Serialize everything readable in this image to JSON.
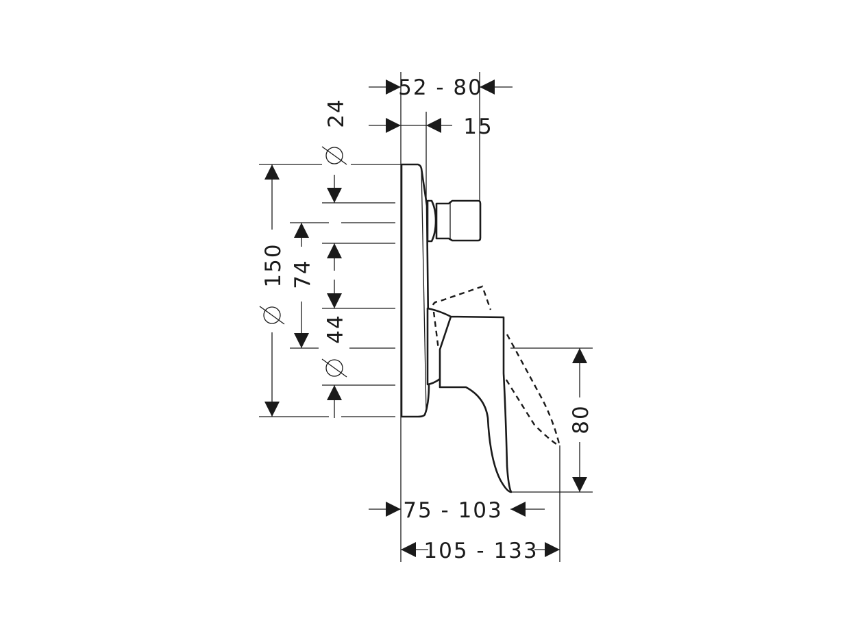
{
  "drawing": {
    "dimensions": {
      "depth_top": "52 - 80",
      "spout_offset": "15",
      "spout_diameter": "24",
      "plate_diameter": "150",
      "spacing_74": "74",
      "handle_diameter": "44",
      "handle_height": "80",
      "handle_depth": "75 - 103",
      "handle_depth_raised": "105 - 133"
    },
    "diameter_symbol": "⌀"
  }
}
